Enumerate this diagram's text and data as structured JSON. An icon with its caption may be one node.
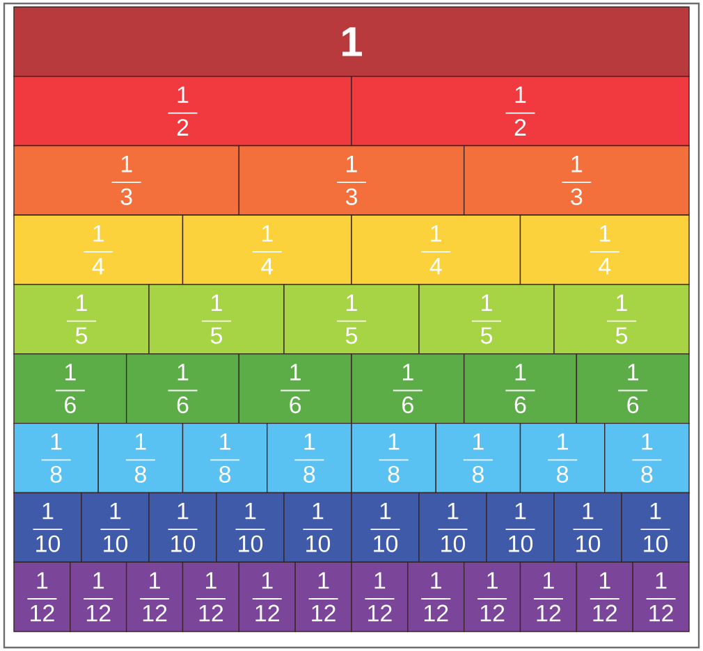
{
  "diagram": {
    "nodes": [
      {
        "text": [
          "1"
        ]
      },
      {
        "text": [
          "1",
          "2"
        ]
      },
      {
        "text": [
          "1",
          "2"
        ]
      },
      {
        "text": [
          "1",
          "3"
        ]
      },
      {
        "text": [
          "1",
          "3"
        ]
      },
      {
        "text": [
          "1",
          "3"
        ]
      },
      {
        "text": [
          "1",
          "4"
        ]
      },
      {
        "text": [
          "1",
          "4"
        ]
      },
      {
        "text": [
          "1",
          "4"
        ]
      },
      {
        "text": [
          "1",
          "4"
        ]
      },
      {
        "text": [
          "1",
          "5"
        ]
      },
      {
        "text": [
          "1",
          "5"
        ]
      },
      {
        "text": [
          "1",
          "5"
        ]
      },
      {
        "text": [
          "1",
          "5"
        ]
      },
      {
        "text": [
          "1",
          "5"
        ]
      },
      {
        "text": [
          "1",
          "6"
        ]
      },
      {
        "text": [
          "1",
          "6"
        ]
      },
      {
        "text": [
          "1",
          "6"
        ]
      },
      {
        "text": [
          "1",
          "6"
        ]
      },
      {
        "text": [
          "1",
          "6"
        ]
      },
      {
        "text": [
          "1",
          "6"
        ]
      },
      {
        "text": [
          "1",
          "8"
        ]
      },
      {
        "text": [
          "1",
          "8"
        ]
      },
      {
        "text": [
          "1",
          "8"
        ]
      },
      {
        "text": [
          "1",
          "8"
        ]
      },
      {
        "text": [
          "1",
          "8"
        ]
      },
      {
        "text": [
          "1",
          "8"
        ]
      },
      {
        "text": [
          "1",
          "8"
        ]
      },
      {
        "text": [
          "1",
          "8"
        ]
      },
      {
        "text": [
          "1",
          "10"
        ]
      },
      {
        "text": [
          "1",
          "10"
        ]
      },
      {
        "text": [
          "1",
          "10"
        ]
      },
      {
        "text": [
          "1",
          "10"
        ]
      },
      {
        "text": [
          "1",
          "10"
        ]
      },
      {
        "text": [
          "1",
          "10"
        ]
      },
      {
        "text": [
          "1",
          "10"
        ]
      },
      {
        "text": [
          "1",
          "10"
        ]
      },
      {
        "text": [
          "1",
          "10"
        ]
      },
      {
        "text": [
          "1",
          "10"
        ]
      },
      {
        "text": [
          "1",
          "12"
        ]
      },
      {
        "text": [
          "1",
          "12"
        ]
      },
      {
        "text": [
          "1",
          "12"
        ]
      },
      {
        "text": [
          "1",
          "12"
        ]
      },
      {
        "text": [
          "1",
          "12"
        ]
      },
      {
        "text": [
          "1",
          "12"
        ]
      },
      {
        "text": [
          "1",
          "12"
        ]
      },
      {
        "text": [
          "1",
          "12"
        ]
      },
      {
        "text": [
          "1",
          "12"
        ]
      },
      {
        "text": [
          "1",
          "12"
        ]
      },
      {
        "text": [
          "1",
          "12"
        ]
      },
      {
        "text": [
          "1",
          "12"
        ]
      }
    ]
  }
}
